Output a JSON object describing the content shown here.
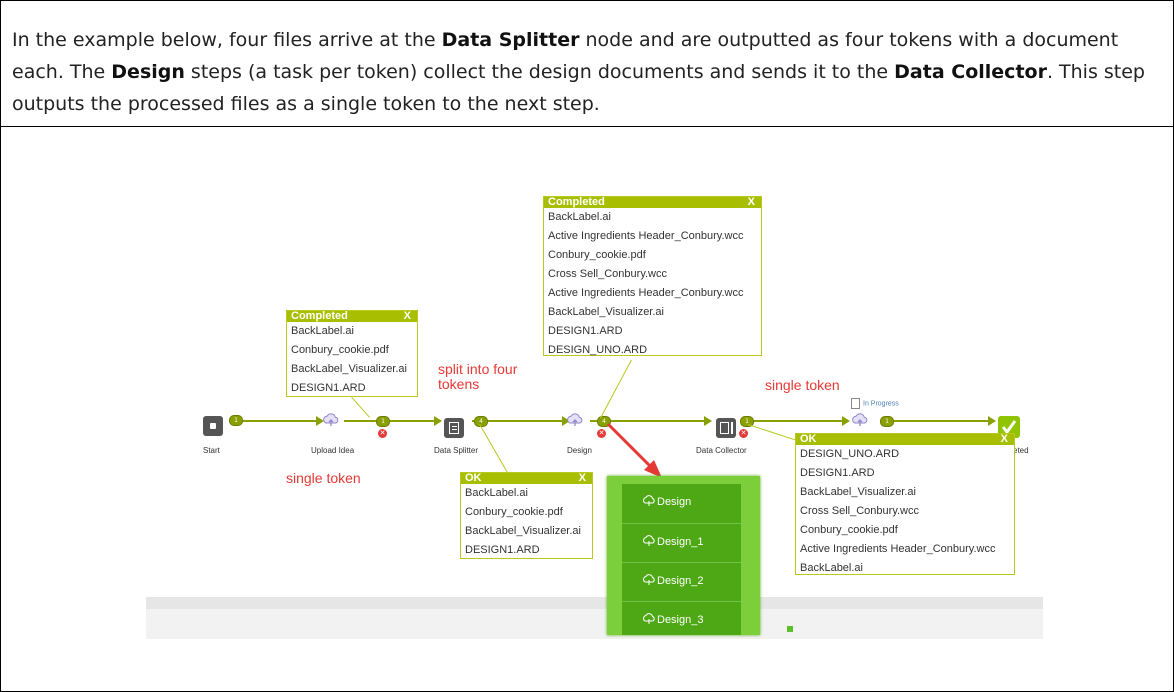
{
  "intro": {
    "p1": "In the example below, four files arrive at the ",
    "b1": "Data Splitter",
    "p2": " node and are outputted as four tokens with a document each. The ",
    "b2": "Design",
    "p3": " steps (a task per token) collect the design documents and sends it to the ",
    "b3": "Data Collector",
    "p4": ". This step outputs the processed files as a single token to the next step."
  },
  "nodes": {
    "start": "Start",
    "upload": "Upload Idea",
    "splitter": "Data Splitter",
    "design": "Design",
    "collector": "Data Collector",
    "completed": "eted"
  },
  "tokens": {
    "t1": "1",
    "t2": "1",
    "t3": "4",
    "t4": "4",
    "t5": "1",
    "t6": "1"
  },
  "inprogress": "In Progress",
  "annotations": {
    "split": "split into four",
    "split2": "tokens",
    "single1": "single token",
    "single2": "single token"
  },
  "callout_upload": {
    "status": "Completed",
    "close": "X",
    "files": [
      "BackLabel.ai",
      "Conbury_cookie.pdf",
      "BackLabel_Visualizer.ai",
      "DESIGN1.ARD"
    ]
  },
  "callout_design": {
    "status": "Completed",
    "close": "X",
    "files": [
      "BackLabel.ai",
      "Active Ingredients Header_Conbury.wcc",
      "Conbury_cookie.pdf",
      "Cross Sell_Conbury.wcc",
      "Active Ingredients Header_Conbury.wcc",
      "BackLabel_Visualizer.ai",
      "DESIGN1.ARD",
      "DESIGN_UNO.ARD"
    ]
  },
  "callout_splitter": {
    "status": "OK",
    "close": "X",
    "files": [
      "BackLabel.ai",
      "Conbury_cookie.pdf",
      "BackLabel_Visualizer.ai",
      "DESIGN1.ARD"
    ]
  },
  "callout_collector": {
    "status": "OK",
    "close": "X",
    "files": [
      "DESIGN_UNO.ARD",
      "DESIGN1.ARD",
      "BackLabel_Visualizer.ai",
      "Cross Sell_Conbury.wcc",
      "Conbury_cookie.pdf",
      "Active Ingredients Header_Conbury.wcc",
      "BackLabel.ai"
    ]
  },
  "design_tasks": [
    "Design",
    "Design_1",
    "Design_2",
    "Design_3"
  ],
  "colors": {
    "wire": "#8aa000",
    "callout_header": "#a8be00",
    "annotation": "#e53935",
    "task_panel": "#4ea815"
  }
}
